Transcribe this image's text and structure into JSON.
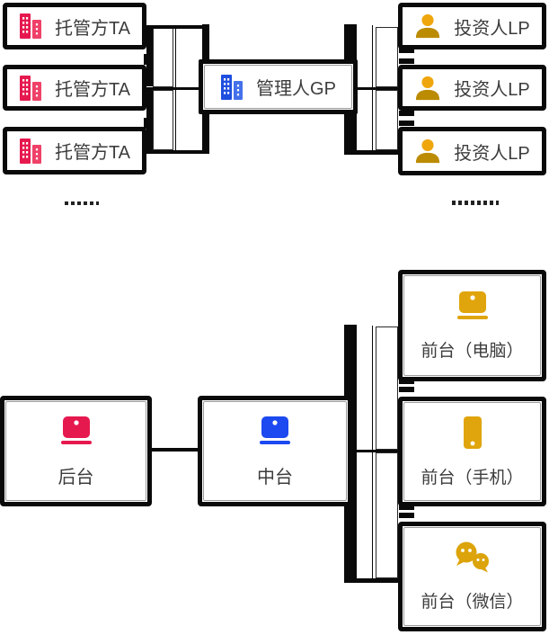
{
  "diagram": {
    "top": {
      "custodians": [
        "托管方TA",
        "托管方TA",
        "托管方TA"
      ],
      "manager": "管理人GP",
      "investors": [
        "投资人LP",
        "投资人LP",
        "投资人LP"
      ]
    },
    "bottom": {
      "backend": "后台",
      "middle": "中台",
      "frontends": [
        "前台（电脑）",
        "前台（手机）",
        "前台（微信）"
      ]
    }
  },
  "icons": {
    "custodian": "building-icon",
    "manager": "building-icon",
    "investor": "person-icon",
    "backend": "laptop-icon",
    "middle": "laptop-icon",
    "frontend_pc": "laptop-icon",
    "frontend_phone": "phone-icon",
    "frontend_wechat": "wechat-icon"
  },
  "colors": {
    "crimson": "#e6194f",
    "crimson_light": "#ef4168",
    "blue": "#1f4fdf",
    "blue_light": "#4470ea",
    "laptop_blue": "#1c49f0",
    "gold": "#e0a50c",
    "gold_dark": "#bb8b02",
    "line_black": "#0a0a0a",
    "text": "#3c3c3c"
  }
}
